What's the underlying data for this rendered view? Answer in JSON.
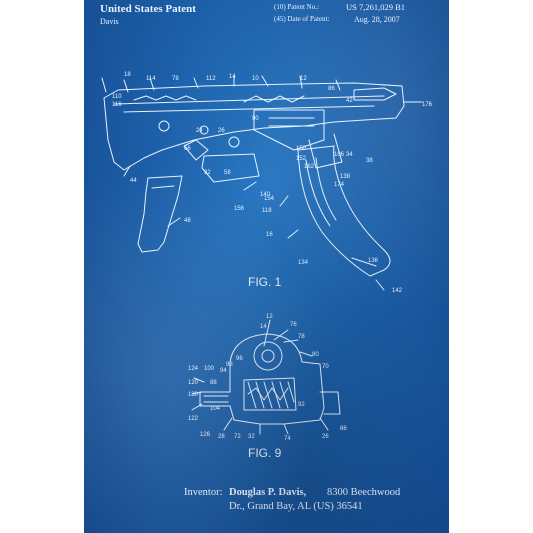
{
  "header": {
    "title": "United States Patent",
    "inventor_short": "Davis",
    "patent_no_label": "(10) Patent No.:",
    "patent_no": "US 7,261,029 B1",
    "date_label": "(45) Date of Patent:",
    "date": "Aug. 28, 2007"
  },
  "figures": {
    "fig1_label": "FIG. 1",
    "fig9_label": "FIG. 9"
  },
  "inventor": {
    "label": "Inventor:",
    "name": "Douglas P. Davis,",
    "address_line1": "8300 Beechwood",
    "address_line2": "Dr., Grand Bay, AL (US) 36541"
  },
  "reference_numerals": {
    "fig1": [
      "18",
      "114",
      "78",
      "112",
      "14",
      "10",
      "86",
      "12",
      "42",
      "176",
      "110",
      "116",
      "116",
      "32",
      "86",
      "82",
      "24",
      "26",
      "66",
      "34",
      "90",
      "150",
      "148",
      "28",
      "60",
      "152",
      "162",
      "106",
      "38",
      "44",
      "32",
      "58",
      "34",
      "40",
      "140",
      "138",
      "174",
      "48",
      "156",
      "154",
      "118",
      "16",
      "134",
      "136",
      "142"
    ],
    "fig9": [
      "12",
      "14",
      "76",
      "78",
      "80",
      "98",
      "96",
      "70",
      "124",
      "100",
      "94",
      "88",
      "104",
      "120",
      "130",
      "92",
      "122",
      "126",
      "28",
      "72",
      "32",
      "74",
      "26",
      "86"
    ]
  },
  "colors": {
    "background": "#ffffff",
    "sheet": "#1c5fa8",
    "ink": "#e8f2ff"
  }
}
